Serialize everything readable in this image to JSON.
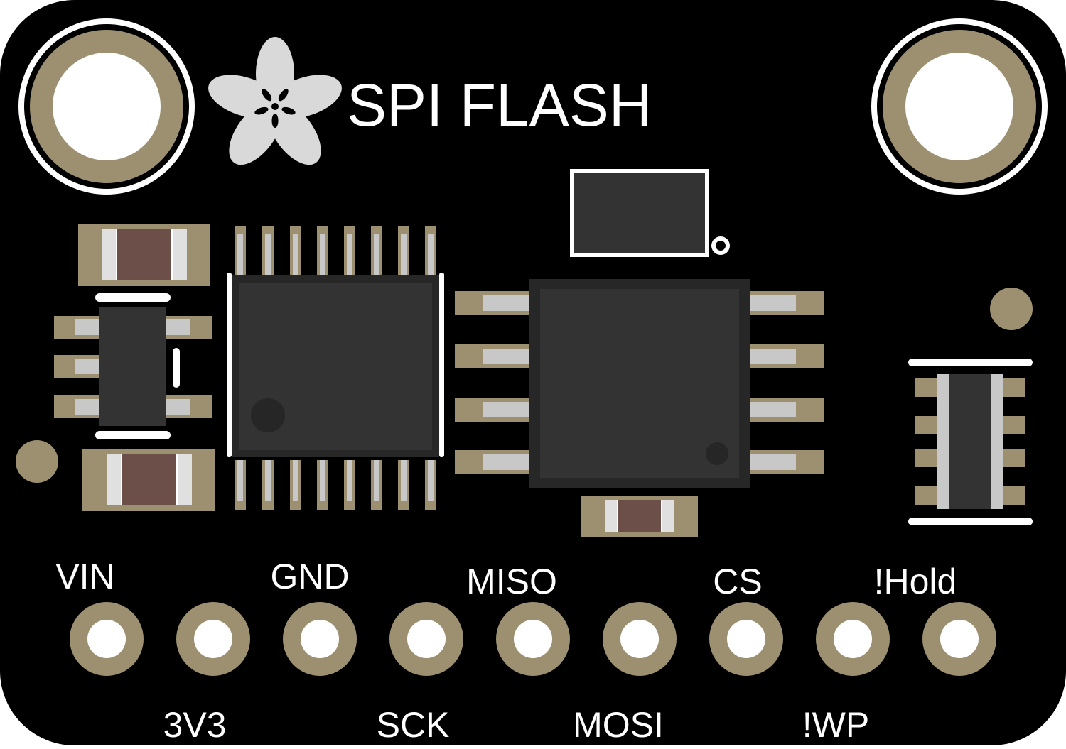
{
  "board": {
    "title": "SPI FLASH",
    "logo": "adafruit-flower-logo",
    "colors": {
      "pcb": "#000000",
      "pad": "#9C9070",
      "pin_metal": "#C8C8C8",
      "chip": "#333333",
      "chip_bevel": "#272727",
      "silkscreen": "#FFFFFF",
      "resistor_body": "#6B4F48",
      "logo_fill": "#D9D9D9"
    }
  },
  "pins": {
    "top_labels": [
      "VIN",
      "GND",
      "MISO",
      "CS",
      "!Hold"
    ],
    "bottom_labels": [
      "3V3",
      "SCK",
      "MOSI",
      "!WP"
    ]
  }
}
